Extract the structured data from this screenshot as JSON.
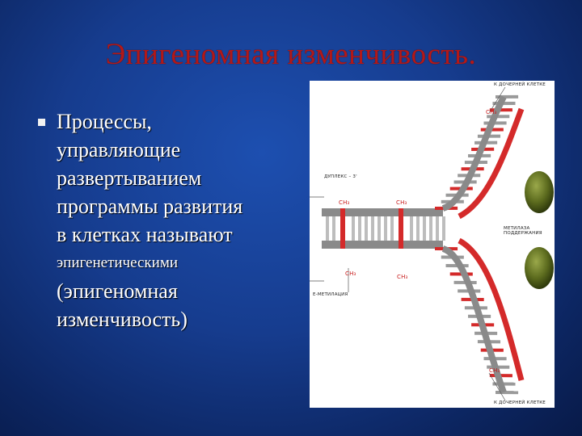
{
  "slide": {
    "title": "Эпигеномная изменчивость.",
    "bullet": {
      "line1": "Процессы,",
      "line2": "управляющие",
      "line3": "развертыванием",
      "line4": "программы развития",
      "line5": "в клетках называют",
      "line6": "эпигенетическими",
      "line7": "(эпигеномная",
      "line8": "изменчивость)"
    }
  },
  "figure": {
    "label_top_right": "К ДОЧЕРНЕЙ КЛЕТКЕ",
    "label_bottom_right": "К ДОЧЕРНЕЙ КЛЕТКЕ",
    "label_duplex": "ДУПЛЕКС – 3'",
    "label_methylation": "Е-МЕТИЛАЦИЯ",
    "label_maintenance": "МЕТИЛАЗА ПОДДЕРЖАНИЯ",
    "mark_ch3_a": "CH₃",
    "mark_ch3_b": "CH₃",
    "mark_ch3_c": "CH₃",
    "mark_ch3_d": "CH₃",
    "mark_ch3_e": "CH₃",
    "mark_ch3_f": "CH₃"
  },
  "colors": {
    "title": "#b31818",
    "background": "#163c8e",
    "strand_red": "#d42a2a",
    "strand_gray": "#8a8a8a",
    "enzyme": "#5c6b1e"
  }
}
